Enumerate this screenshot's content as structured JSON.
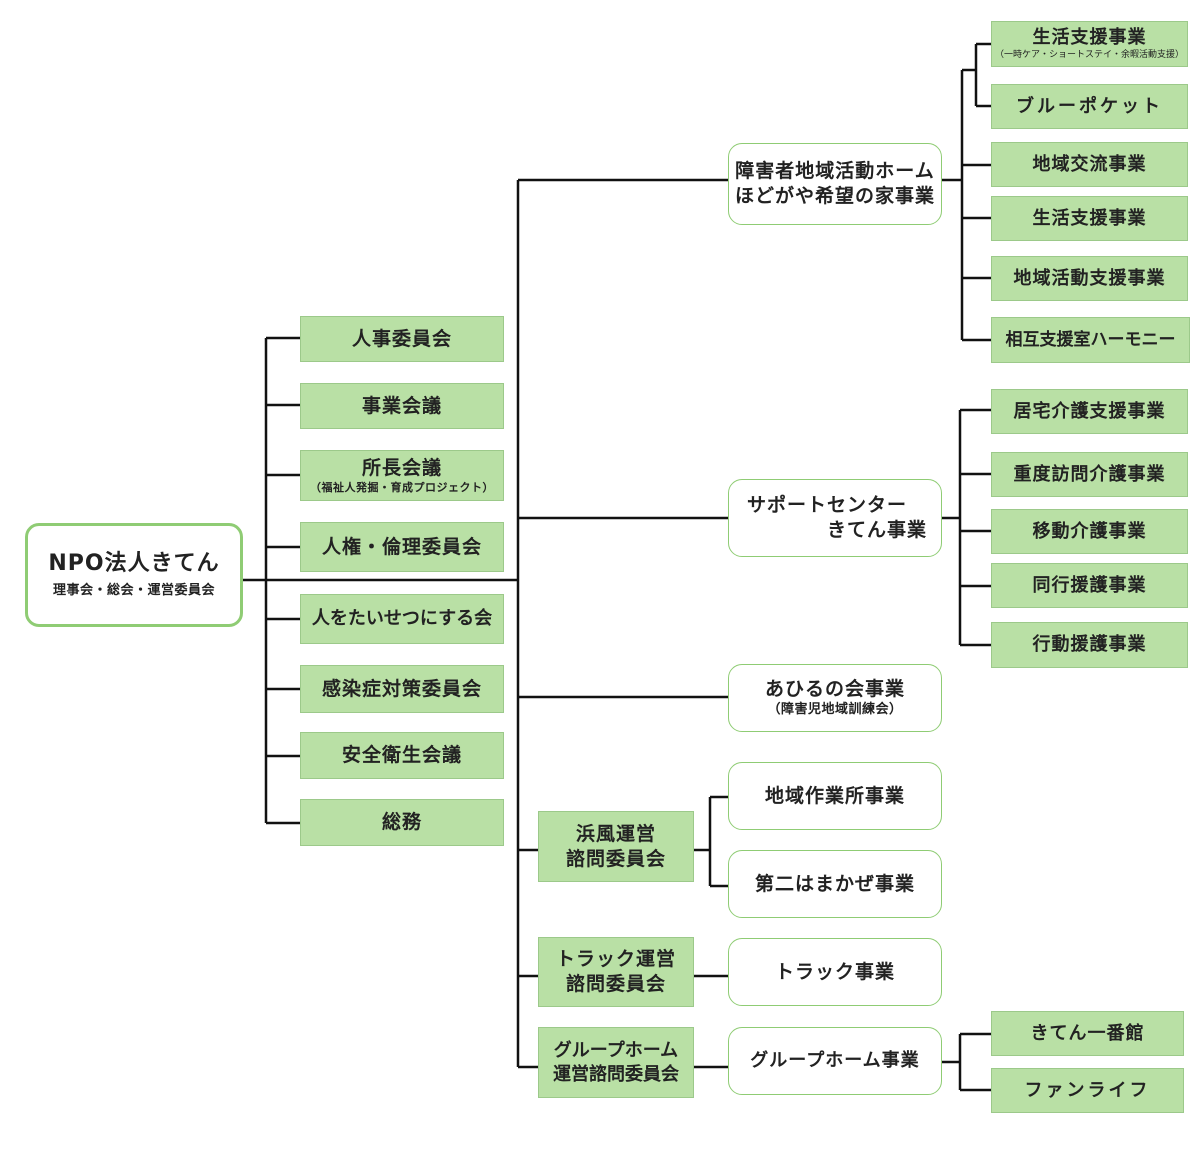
{
  "root": {
    "title": "NPO法人きてん",
    "subtitle": "理事会・総会・運営委員会"
  },
  "committees": [
    {
      "label": "人事委員会"
    },
    {
      "label": "事業会議"
    },
    {
      "label": "所長会議",
      "note": "（福祉人発掘・育成プロジェクト）"
    },
    {
      "label": "人権・倫理委員会"
    },
    {
      "label": "人をたいせつにする会"
    },
    {
      "label": "感染症対策委員会"
    },
    {
      "label": "安全衛生会議"
    },
    {
      "label": "総務"
    }
  ],
  "home": {
    "line1": "障害者地域活動ホーム",
    "line2": "ほどがや希望の家事業",
    "items": [
      {
        "label": "生活支援事業",
        "note": "（一時ケア・ショートステイ・余暇活動支援）"
      },
      {
        "label": "ブルーポケット"
      },
      {
        "label": "地域交流事業"
      },
      {
        "label": "生活支援事業"
      },
      {
        "label": "地域活動支援事業"
      },
      {
        "label": "相互支援室ハーモニー"
      }
    ]
  },
  "support": {
    "line1": "サポートセンター",
    "line2": "きてん事業",
    "items": [
      {
        "label": "居宅介護支援事業"
      },
      {
        "label": "重度訪問介護事業"
      },
      {
        "label": "移動介護事業"
      },
      {
        "label": "同行援護事業"
      },
      {
        "label": "行動援護事業"
      }
    ]
  },
  "ahiru": {
    "label": "あひるの会事業",
    "note": "（障害児地域訓練会）"
  },
  "hamakaze": {
    "line1": "浜風運営",
    "line2": "諮問委員会",
    "items": [
      {
        "label": "地域作業所事業"
      },
      {
        "label": "第二はまかぜ事業"
      }
    ]
  },
  "truck": {
    "line1": "トラック運営",
    "line2": "諮問委員会",
    "business": "トラック事業"
  },
  "grouphome": {
    "line1": "グループホーム",
    "line2": "運営諮問委員会",
    "business": "グループホーム事業",
    "items": [
      {
        "label": "きてん一番館"
      },
      {
        "label": "ファンライフ"
      }
    ]
  }
}
